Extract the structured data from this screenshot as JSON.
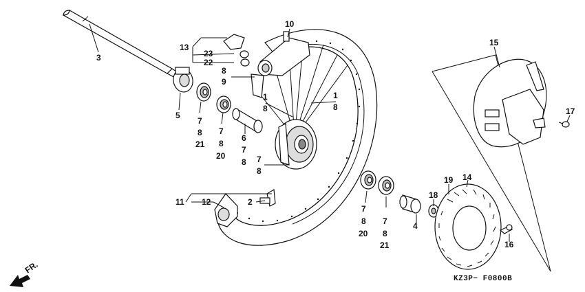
{
  "diagram": {
    "labels": [
      {
        "id": "1a",
        "text": "1"
      },
      {
        "id": "8a",
        "text": "8"
      },
      {
        "id": "1b",
        "text": "1"
      },
      {
        "id": "8b",
        "text": "8"
      },
      {
        "id": "2",
        "text": "2"
      },
      {
        "id": "3",
        "text": "3"
      },
      {
        "id": "4",
        "text": "4"
      },
      {
        "id": "5",
        "text": "5"
      },
      {
        "id": "6",
        "text": "6"
      },
      {
        "id": "7c",
        "text": "7"
      },
      {
        "id": "8c",
        "text": "8"
      },
      {
        "id": "7a",
        "text": "7"
      },
      {
        "id": "8d",
        "text": "8"
      },
      {
        "id": "21a",
        "text": "21"
      },
      {
        "id": "7b",
        "text": "7"
      },
      {
        "id": "8e",
        "text": "8"
      },
      {
        "id": "20a",
        "text": "20"
      },
      {
        "id": "7d",
        "text": "7"
      },
      {
        "id": "8f",
        "text": "8"
      },
      {
        "id": "8g",
        "text": "8"
      },
      {
        "id": "9",
        "text": "9"
      },
      {
        "id": "10",
        "text": "10"
      },
      {
        "id": "11",
        "text": "11"
      },
      {
        "id": "12",
        "text": "12"
      },
      {
        "id": "13",
        "text": "13"
      },
      {
        "id": "14",
        "text": "14"
      },
      {
        "id": "15",
        "text": "15"
      },
      {
        "id": "16",
        "text": "16"
      },
      {
        "id": "17",
        "text": "17"
      },
      {
        "id": "18",
        "text": "18"
      },
      {
        "id": "19",
        "text": "19"
      },
      {
        "id": "22",
        "text": "22"
      },
      {
        "id": "23",
        "text": "23"
      },
      {
        "id": "7e",
        "text": "7"
      },
      {
        "id": "8h",
        "text": "8"
      },
      {
        "id": "20b",
        "text": "20"
      },
      {
        "id": "7f",
        "text": "7"
      },
      {
        "id": "8i",
        "text": "8"
      },
      {
        "id": "21b",
        "text": "21"
      }
    ],
    "diagram_code": "KZ3P− F0800B",
    "direction_label": "FR."
  }
}
